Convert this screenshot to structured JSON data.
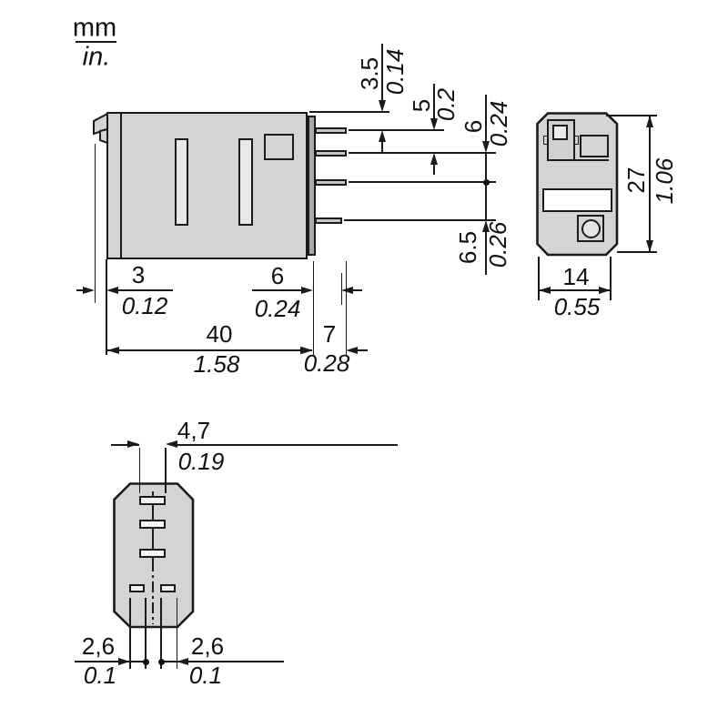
{
  "header": {
    "mm": "mm",
    "in": "in."
  },
  "side_view": {
    "dims": {
      "d3_5": {
        "mm": "3.5",
        "in": "0.14"
      },
      "d5": {
        "mm": "5",
        "in": "0.2"
      },
      "d6": {
        "mm": "6",
        "in": "0.24"
      },
      "d6_5": {
        "mm": "6.5",
        "in": "0.26"
      },
      "d3": {
        "mm": "3",
        "in": "0.12"
      },
      "d6b": {
        "mm": "6",
        "in": "0.24"
      },
      "d40": {
        "mm": "40",
        "in": "1.58"
      },
      "d7": {
        "mm": "7",
        "in": "0.28"
      }
    }
  },
  "end_view": {
    "dims": {
      "d27": {
        "mm": "27",
        "in": "1.06"
      },
      "d14": {
        "mm": "14",
        "in": "0.55"
      }
    }
  },
  "bottom_view": {
    "dims": {
      "d4_7": {
        "mm": "4,7",
        "in": "0.19"
      },
      "d2_6_left": {
        "mm": "2,6",
        "in": "0.1"
      },
      "d2_6_right": {
        "mm": "2,6",
        "in": "0.1"
      }
    }
  },
  "colors": {
    "body_fill": "#d4d4d4",
    "socket_fill": "#a9a9a9",
    "line": "#1a1a1a"
  }
}
